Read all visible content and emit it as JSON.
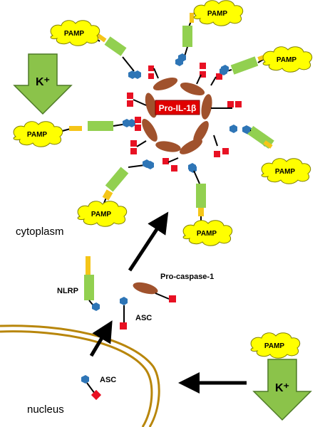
{
  "labels": {
    "pamp": "PAMP",
    "k_plus": "K⁺",
    "pro_il1b": "Pro-IL-1β",
    "cytoplasm": "cytoplasm",
    "nucleus": "nucleus",
    "nlrp": "NLRP",
    "asc_top": "ASC",
    "asc_bottom": "ASC",
    "pro_caspase": "Pro-caspase-1"
  },
  "colors": {
    "pamp_fill": "#ffff00",
    "pamp_stroke": "#7f7f00",
    "nlrp_green": "#92d050",
    "lrr_gold": "#f5c518",
    "pyd_blue": "#2e75b6",
    "card_red": "#e81123",
    "caspase_brown": "#a0522d",
    "arrow_green": "#8bc34a",
    "membrane": "#b8860b",
    "il1b_box": "#e00000"
  }
}
